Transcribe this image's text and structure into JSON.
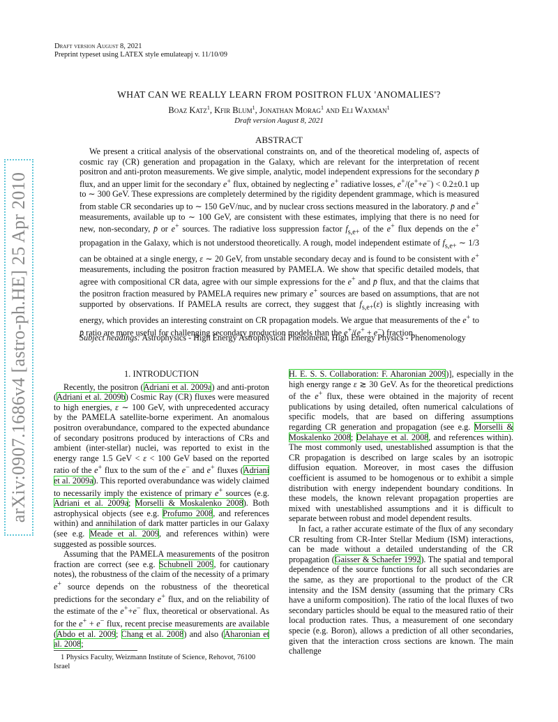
{
  "header": {
    "draft_line": "Draft version August 8, 2021",
    "preprint_line": "Preprint typeset using LATEX style emulateapj v. 11/10/09"
  },
  "paper": {
    "title": "WHAT CAN WE REALLY LEARN FROM POSITRON FLUX 'ANOMALIES'?",
    "authors": "Boaz Katz1, Kfir Blum1, Jonathan Morag1 and Eli Waxman1",
    "date": "Draft version August 8, 2021",
    "abstract_heading": "ABSTRACT",
    "abstract": "We present a critical analysis of the observational constraints on, and of the theoretical modeling of, aspects of cosmic ray (CR) generation and propagation in the Galaxy, which are relevant for the interpretation of recent positron and anti-proton measurements. We give simple, analytic, model independent expressions for the secondary p̄ flux, and an upper limit for the secondary e+ flux, obtained by neglecting e+ radiative losses, e+/(e++e−) < 0.2±0.1 up to ∼ 300 GeV. These expressions are completely determined by the rigidity dependent grammage, which is measured from stable CR secondaries up to ∼ 150 GeV/nuc, and by nuclear cross sections measured in the laboratory. p̄ and e+ measurements, available up to ∼ 100 GeV, are consistent with these estimates, implying that there is no need for new, non-secondary, p̄ or e+ sources. The radiative loss suppression factor fs,e+ of the e+ flux depends on the e+ propagation in the Galaxy, which is not understood theoretically. A rough, model independent estimate of fs,e+ ∼ 1/3 can be obtained at a single energy, ε ∼ 20 GeV, from unstable secondary decay and is found to be consistent with e+ measurements, including the positron fraction measured by PAMELA. We show that specific detailed models, that agree with compositional CR data, agree with our simple expressions for the e+ and p̄ flux, and that the claims that the positron fraction measured by PAMELA requires new primary e+ sources are based on assumptions, that are not supported by observations. If PAMELA results are correct, they suggest that fs,e+(ε) is slightly increasing with energy, which provides an interesting constraint on CR propagation models. We argue that measurements of the e+ to p̄ ratio are more useful for challenging secondary production models than the e+/(e+ + e−) fraction.",
    "subject_label": "Subject headings:",
    "subject_text": "Astrophysics - High Energy Astrophysical Phenomena, High Energy Physics - Phenomenology",
    "arxiv_stamp": "arXiv:0907.1686v4  [astro-ph.HE]  25 Apr 2010"
  },
  "intro": {
    "heading": "1. INTRODUCTION"
  },
  "footnote": {
    "text": "1 Physics Faculty, Weizmann Institute of Science, Rehovot, 76100 Israel"
  }
}
